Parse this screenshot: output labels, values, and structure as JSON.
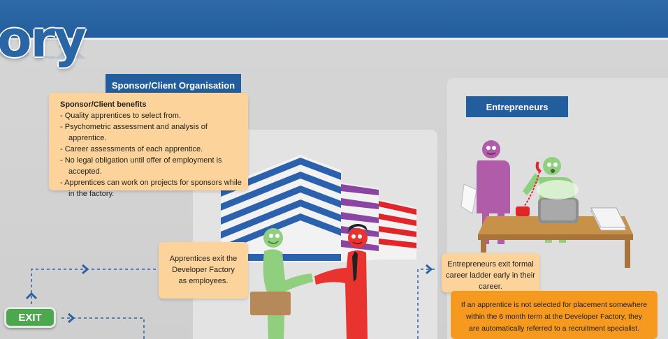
{
  "header": {
    "title_partial": "ory"
  },
  "sponsor": {
    "label": "Sponsor/Client Organisation",
    "benefits_title": "Sponsor/Client benefits",
    "benefits": [
      "Quality apprentices to select from.",
      "Psychometric assessment and analysis of apprentice.",
      "Career assessments of each apprentice.",
      "No legal obligation until offer of employment is accepted.",
      "Apprentices can work on projects for sponsors while in the factory."
    ]
  },
  "entrepreneurs": {
    "label": "Entrepreneurs"
  },
  "notes": {
    "apprentices_exit": "Apprentices exit the Developer Factory as employees.",
    "entrepreneurs_exit": "Entrepreneurs exit formal career ladder early in their career.",
    "not_selected": "If an apprentice is not selected for placement somewhere within the 6 month term at the Developer Factory, they are automatically referred to a recruitment specialist."
  },
  "exit_button": {
    "label": "EXIT"
  },
  "colors": {
    "header_blue": "#235e9c",
    "label_blue": "#225d9e",
    "note_peach": "#fcd39a",
    "note_orange": "#f59a1f",
    "exit_green": "#4ba84d",
    "figure_green": "#8fcf7e",
    "figure_red": "#e8332f",
    "figure_purple": "#b05ca8"
  }
}
